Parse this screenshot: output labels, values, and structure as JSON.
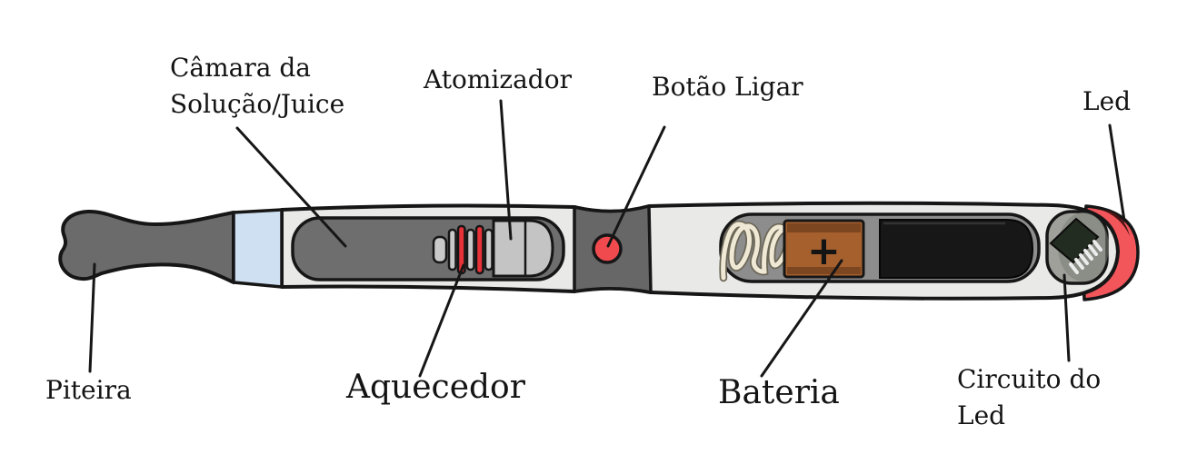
{
  "diagram": {
    "subject": "Partes de um cigarro eletrônico (vape pen) - diagrama rotulado",
    "background_color": "#ffffff"
  },
  "labels": {
    "camara": {
      "lines": [
        "Câmara da",
        "Solução/Juice"
      ]
    },
    "atomizador": {
      "text": "Atomizador"
    },
    "botao_ligar": {
      "text": "Botão Ligar"
    },
    "led": {
      "text": "Led"
    },
    "piteira": {
      "text": "Piteira"
    },
    "aquecedor": {
      "text": "Aquecedor"
    },
    "bateria": {
      "text": "Bateria"
    },
    "circuito_do_led": {
      "lines": [
        "Circuito do",
        "Led"
      ]
    }
  },
  "battery": {
    "terminal_symbol": "+"
  },
  "colors": {
    "outline": "#161616",
    "mouthpiece_gray": "#6b6b6b",
    "chamber_gray": "#6e6e6e",
    "band_gray": "#676767",
    "body_gray": "#e9e9e7",
    "blue_ring": "#cfe0f2",
    "coil_red": "#e63238",
    "coil_bar_gray": "#c9c9c9",
    "atomizer_gray": "#c4c4c4",
    "button_red": "#f04a4f",
    "led_red": "#f2555a",
    "led_dark_sliver": "#4a1414",
    "battery_compartment": "#8d8d8d",
    "battery_brown": "#a5602e",
    "battery_brown_dark": "#7c4720",
    "battery_black": "#171717",
    "spring_cream": "#efe8d4",
    "chip_dark": "#232c21",
    "chip_window": "#a0a09a",
    "pin_silver": "#ececec"
  }
}
